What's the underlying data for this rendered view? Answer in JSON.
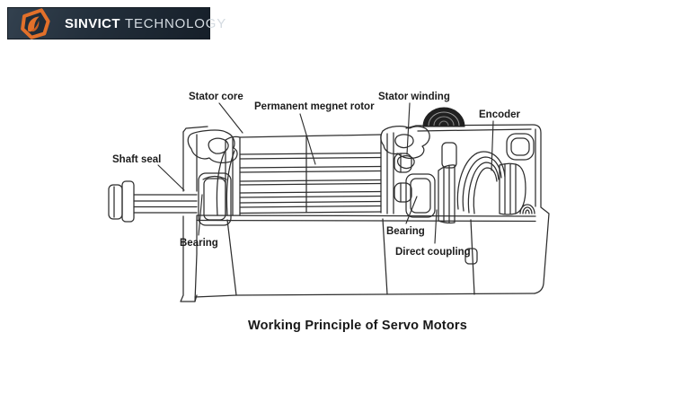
{
  "logo": {
    "brand_bold": "SINVICT",
    "brand_light": "TECHNOLOGY",
    "banner_color": "#222e3a",
    "accent_color": "#e2702a",
    "icon": "hexagon-leaf-icon"
  },
  "diagram": {
    "caption": "Working Principle of Servo Motors",
    "line_color": "#2e2e2e",
    "labels": [
      {
        "id": "stator-core",
        "text": "Stator core"
      },
      {
        "id": "permanent-magnet-rotor",
        "text": "Permanent megnet rotor"
      },
      {
        "id": "stator-winding",
        "text": "Stator winding"
      },
      {
        "id": "encoder",
        "text": "Encoder"
      },
      {
        "id": "shaft-seal",
        "text": "Shaft seal"
      },
      {
        "id": "bearing-left",
        "text": "Bearing"
      },
      {
        "id": "bearing-right",
        "text": "Bearing"
      },
      {
        "id": "direct-coupling",
        "text": "Direct coupling"
      }
    ]
  }
}
